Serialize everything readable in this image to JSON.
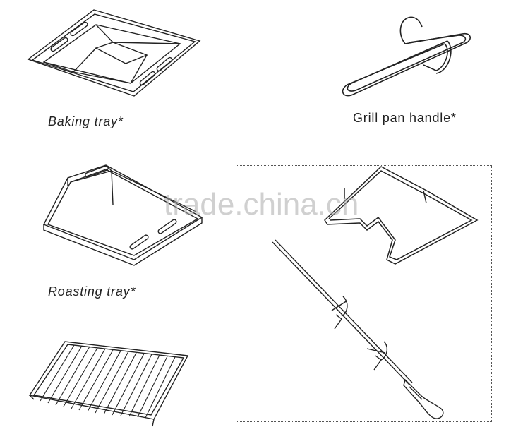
{
  "items": [
    {
      "id": "baking-tray",
      "label": "Baking tray*",
      "italic": true
    },
    {
      "id": "grill-pan-handle",
      "label": "Grill pan handle*",
      "italic": false
    },
    {
      "id": "roasting-tray",
      "label": "Roasting tray*",
      "italic": true
    }
  ],
  "watermark": {
    "text": "trade.china.cn"
  },
  "colors": {
    "line": "#222222",
    "background": "#ffffff",
    "watermark": "#aaaaaa"
  }
}
